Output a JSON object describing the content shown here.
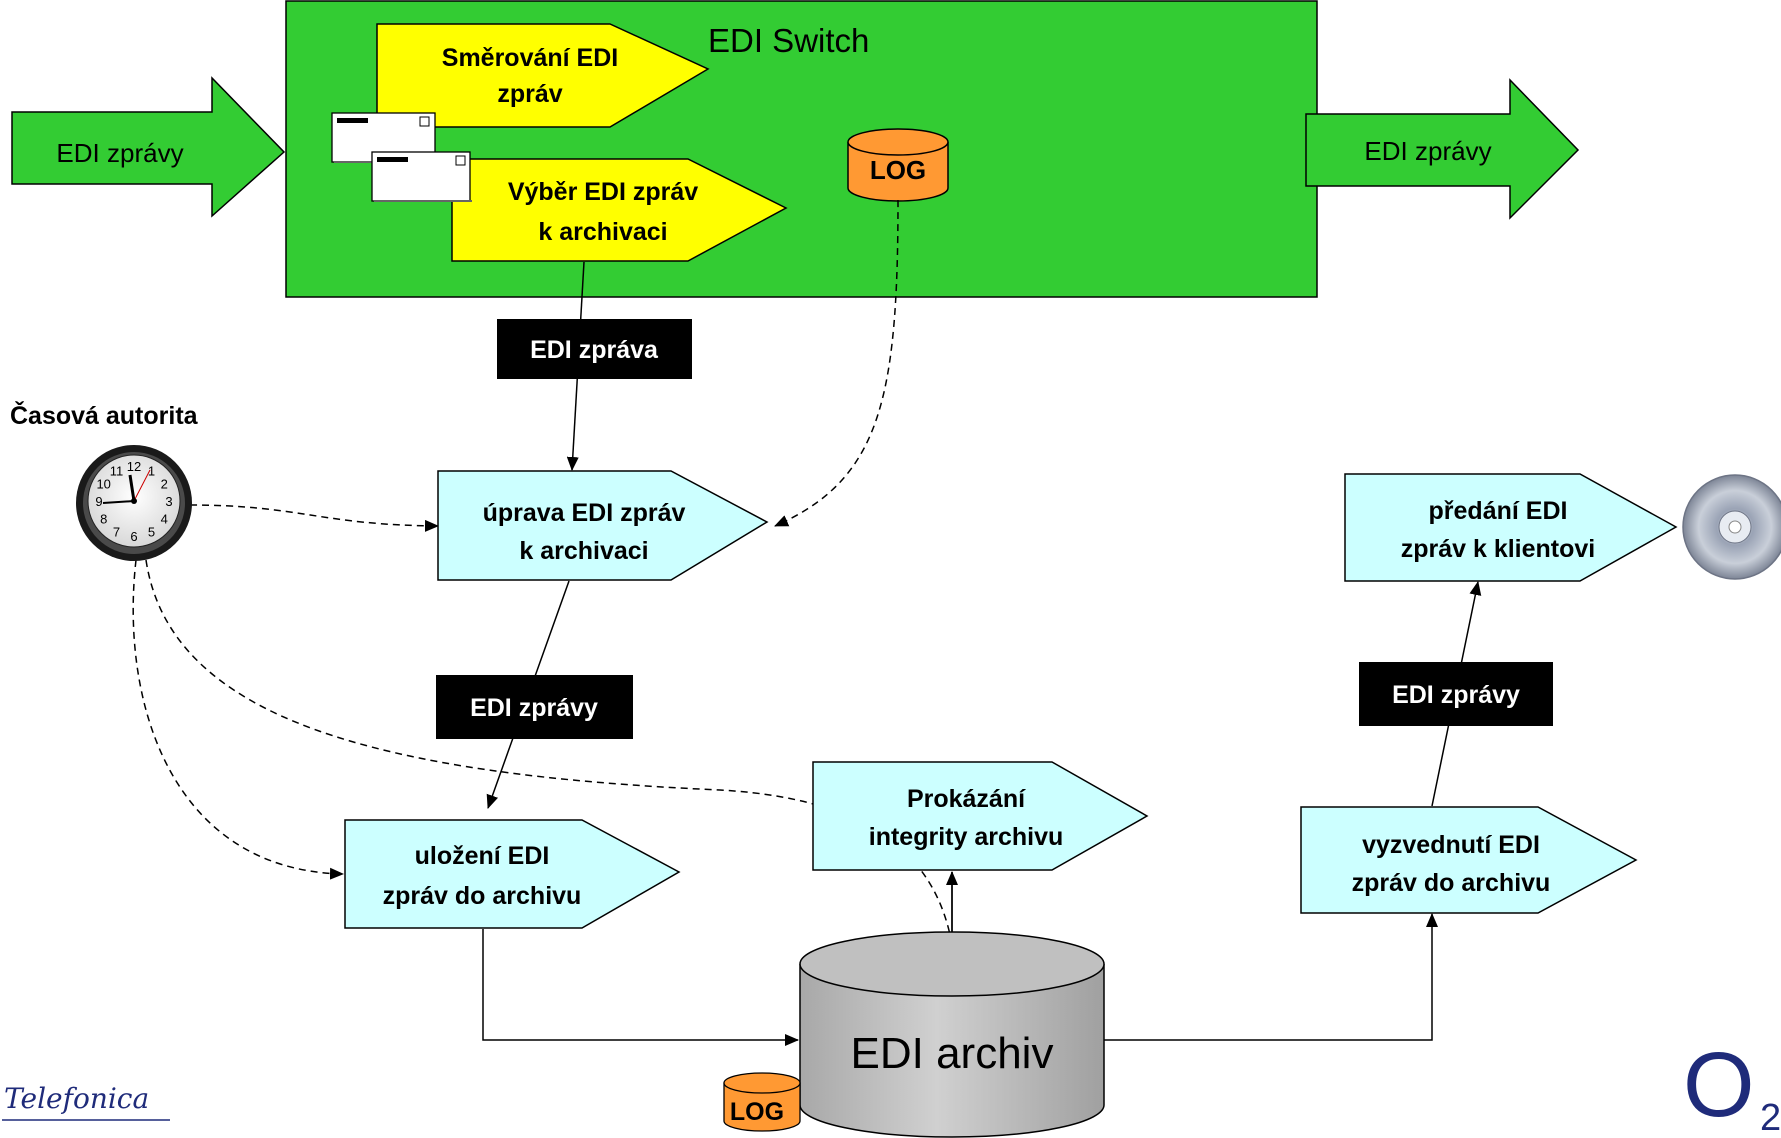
{
  "switch": {
    "title": "EDI Switch",
    "routing": [
      "Směrování EDI",
      "zpráv"
    ],
    "selection": [
      "Výběr EDI zpráv",
      "k archivaci"
    ],
    "log": "LOG"
  },
  "input_arrow": "EDI zprávy",
  "output_arrow": "EDI zprávy",
  "labels": {
    "edi_zprava": "EDI zpráva",
    "edi_zpravy_1": "EDI zprávy",
    "edi_zpravy_2": "EDI zprávy"
  },
  "time_authority": "Časová autorita",
  "clock_numerals": [
    "12",
    "1",
    "2",
    "3",
    "4",
    "5",
    "6",
    "7",
    "8",
    "9",
    "10",
    "11"
  ],
  "steps": {
    "uprava": [
      "úprava EDI zpráv",
      "k archivaci"
    ],
    "ulozeni": [
      "uložení EDI",
      "zpráv do archivu"
    ],
    "prokazani": [
      "Prokázání",
      "integrity archivu"
    ],
    "vyzvednuti": [
      "vyzvednutí EDI",
      "zpráv do archivu"
    ],
    "predani": [
      "předání EDI",
      "zpráv k klientovi"
    ]
  },
  "archive": {
    "label": "EDI archiv",
    "log": "LOG"
  },
  "logos": {
    "telefonica": "Telefonica",
    "o2": "O"
  },
  "colors": {
    "green": "#33cc33",
    "yellow": "#ffff00",
    "cyan": "#ccffff",
    "orange": "#ff9933",
    "grey": "#c0c0c0",
    "navy": "#1f2b7a"
  }
}
